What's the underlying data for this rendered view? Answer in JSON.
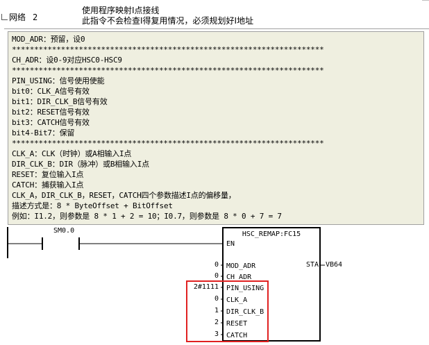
{
  "network": {
    "label": "网络",
    "number": "2",
    "title_lines": [
      "使用程序映射I点接线",
      "此指令不会检查I得复用情况，必须规划好I地址"
    ]
  },
  "comment_lines": [
    "MOD_ADR：预留，设0",
    "**********************************************************************",
    "CH_ADR：设0-9对应HSC0-HSC9",
    "**********************************************************************",
    "PIN_USING：信号使用使能",
    "bit0：CLK_A信号有效",
    "bit1：DIR_CLK_B信号有效",
    "bit2：RESET信号有效",
    "bit3：CATCH信号有效",
    "bit4-Bit7：保留",
    "**********************************************************************",
    "CLK_A：CLK（时钟）或A相输入I点",
    "DIR_CLK_B：DIR（脉冲）或B相输入I点",
    "RESET：复位输入I点",
    "CATCH：捕获输入I点",
    "CLK_A，DIR_CLK_B，RESET，CATCH四个参数描述I点的偏移量，",
    "描述方式是：8 * ByteOffset + BitOffset",
    "例如：I1.2，则参数是 8 * 1 + 2 = 10；I0.7，则参数是 8 * 0 + 7 = 7"
  ],
  "contact": {
    "address": "SM0.0"
  },
  "block": {
    "title": "HSC_REMAP:FC15",
    "en": "EN",
    "inputs": [
      {
        "pin": "MOD_ADR",
        "value": "0"
      },
      {
        "pin": "CH_ADR",
        "value": "0"
      },
      {
        "pin": "PIN_USING",
        "value": "2#1111"
      },
      {
        "pin": "CLK_A",
        "value": "0"
      },
      {
        "pin": "DIR_CLK_B",
        "value": "1"
      },
      {
        "pin": "RESET",
        "value": "2"
      },
      {
        "pin": "CATCH",
        "value": "3"
      }
    ],
    "output": {
      "pin": "STA",
      "value": "VB64"
    }
  },
  "colors": {
    "comment_bg": "#efefe0",
    "highlight": "#e02020"
  }
}
